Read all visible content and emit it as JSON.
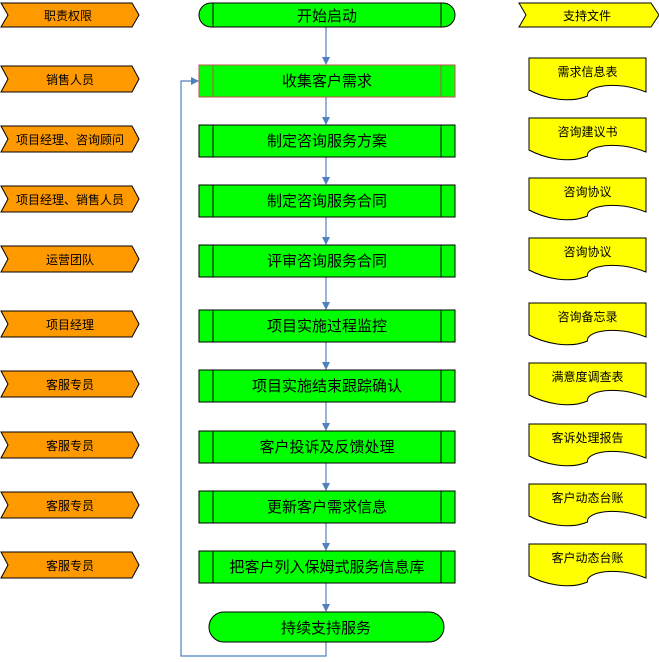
{
  "headers": {
    "roles": "职责权限",
    "start": "开始启动",
    "docs": "支持文件"
  },
  "steps": [
    "收集客户需求",
    "制定咨询服务方案",
    "制定咨询服务合同",
    "评审咨询服务合同",
    "项目实施过程监控",
    "项目实施结束跟踪确认",
    "客户投诉及反馈处理",
    "更新客户需求信息",
    "把客户列入保姆式服务信息库"
  ],
  "end": "持续支持服务",
  "roles": [
    "销售人员",
    "项目经理、咨询顾问",
    "项目经理、销售人员",
    "运营团队",
    "项目经理",
    "客服专员",
    "客服专员",
    "客服专员",
    "客服专员"
  ],
  "docs": [
    "需求信息表",
    "咨询建议书",
    "咨询协议",
    "咨询协议",
    "咨询备忘录",
    "满意度调查表",
    "客诉处理报告",
    "客户动态台账",
    "客户动态台账"
  ],
  "colors": {
    "process_fill": "#00ff00",
    "role_fill": "#ff9900",
    "doc_fill": "#ffff00",
    "arrow": "#4f81bd",
    "outline": "#000000",
    "highlight_outline": "#c0504d"
  }
}
